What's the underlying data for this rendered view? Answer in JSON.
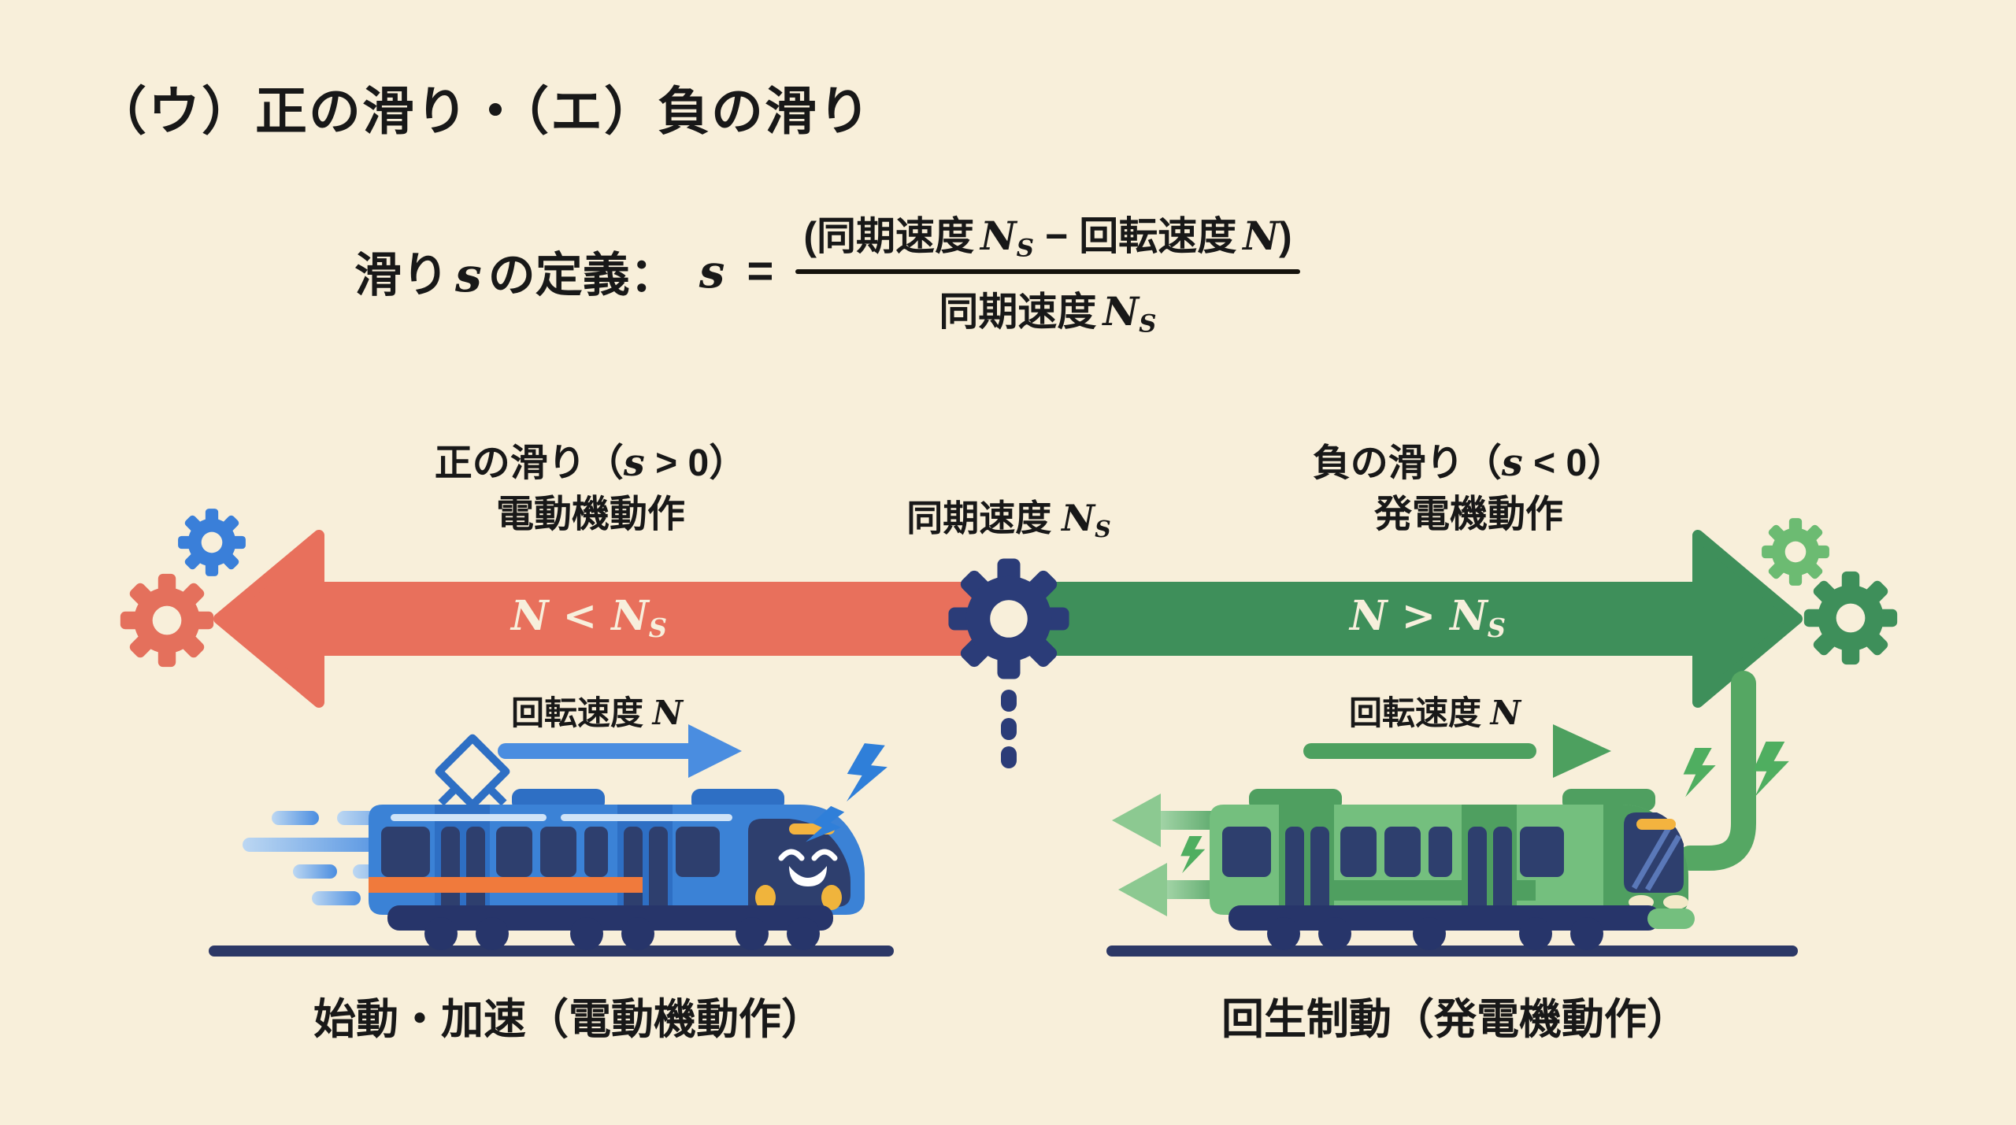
{
  "title": "（ウ）正の滑り・（エ）負の滑り",
  "formula": {
    "lead_text": "滑り",
    "lead_var": "s",
    "lead_tail": "の定義：",
    "lhs_var": "s",
    "equals": "=",
    "numerator": {
      "open": "(",
      "term1": "同期速度",
      "var1": "N",
      "var1_sub": "S",
      "minus": "−",
      "term2": "回転速度",
      "var2": "N",
      "close": ")"
    },
    "denominator": {
      "term": "同期速度",
      "var": "N",
      "var_sub": "S"
    }
  },
  "axis": {
    "left": {
      "line1_pre": "正の滑り（",
      "line1_var": "s",
      "line1_rel": " > 0",
      "line1_close": "）",
      "line2": "電動機動作",
      "bar_var1": "N",
      "bar_rel": " < ",
      "bar_var2": "N",
      "bar_var2_sub": "S"
    },
    "center": {
      "text": "同期速度 ",
      "var": "N",
      "var_sub": "S"
    },
    "right": {
      "line1_pre": "負の滑り（",
      "line1_var": "s",
      "line1_rel": " < 0",
      "line1_close": "）",
      "line2": "発電機動作",
      "bar_var1": "N",
      "bar_rel": " > ",
      "bar_var2": "N",
      "bar_var2_sub": "S"
    }
  },
  "trains": {
    "left": {
      "speed_text": "回転速度 ",
      "speed_var": "N",
      "caption": "始動・加速（電動機動作）"
    },
    "right": {
      "speed_text": "回転速度 ",
      "speed_var": "N",
      "caption": "回生制動（発電機動作）"
    }
  },
  "icons": {
    "gear": "⚙",
    "lightning": "⚡",
    "pantograph": "◇"
  },
  "colors": {
    "background": "#f8efda",
    "positive_slip_arrow": "#e8705c",
    "negative_slip_arrow": "#3e8f5a",
    "motor_train_blue": "#3b82d6",
    "generator_train_green": "#74bf7e",
    "navy": "#2b3c78",
    "stripe_orange": "#f07a3c",
    "sign_yellow": "#f3b33f"
  }
}
